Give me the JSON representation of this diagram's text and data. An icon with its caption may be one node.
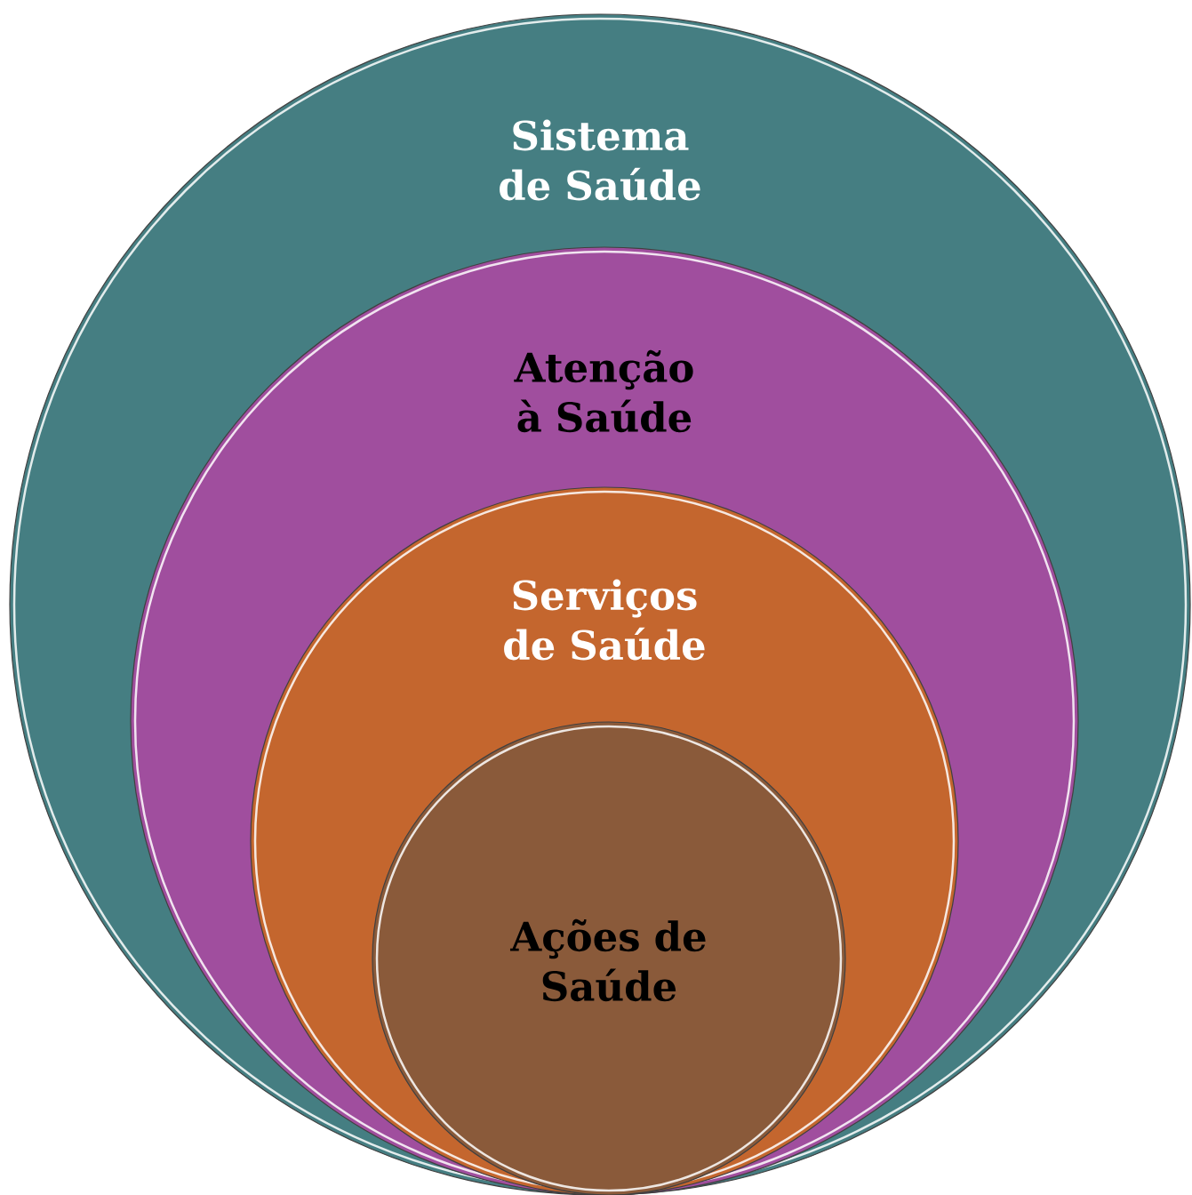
{
  "diagram": {
    "nodes": [
      {
        "text": [
          "Sistema de Saúde"
        ]
      },
      {
        "text": [
          "Atenção à Saúde"
        ],
        "in": 0
      },
      {
        "text": [
          "Serviços de Saúde"
        ],
        "in": 1
      },
      {
        "text": [
          "Ações de Saúde"
        ],
        "in": 2
      }
    ]
  }
}
